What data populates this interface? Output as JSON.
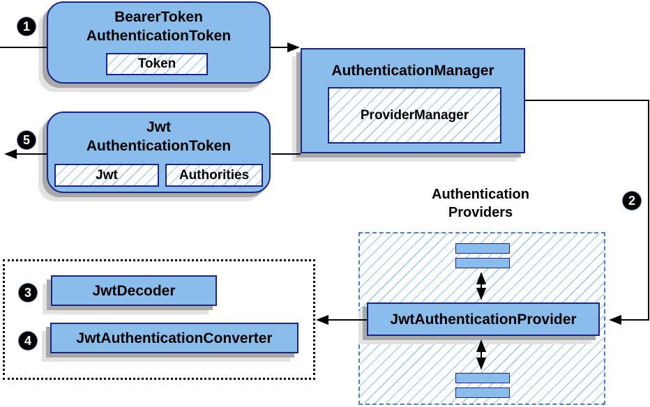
{
  "nodes": {
    "bearer_token": {
      "title_line1": "BearerToken",
      "title_line2": "AuthenticationToken",
      "field": "Token"
    },
    "authentication_manager": {
      "title": "AuthenticationManager",
      "inner": "ProviderManager"
    },
    "jwt_authentication_token": {
      "title_line1": "Jwt",
      "title_line2": "AuthenticationToken",
      "field_left": "Jwt",
      "field_right": "Authorities"
    },
    "authentication_providers": {
      "label_line1": "Authentication",
      "label_line2": "Providers",
      "provider": "JwtAuthenticationProvider"
    },
    "jwt_decoder": {
      "label": "JwtDecoder"
    },
    "jwt_authentication_converter": {
      "label": "JwtAuthenticationConverter"
    }
  },
  "badges": [
    {
      "step": "1"
    },
    {
      "step": "2"
    },
    {
      "step": "3"
    },
    {
      "step": "4"
    },
    {
      "step": "5"
    }
  ],
  "colors": {
    "node_fill": "#8BBDEB",
    "node_border": "#1A2488",
    "hatch_line": "#A9CDF1",
    "dashed_border_blue": "#4D7EBF",
    "dotted_border_black": "#000000",
    "shadow_dark": "#A8A8A8",
    "shadow_light": "#E2E2E2",
    "connector": "#000000",
    "badge_bg": "#000000",
    "badge_text": "#FFFFFF",
    "label_text": "#000000"
  }
}
